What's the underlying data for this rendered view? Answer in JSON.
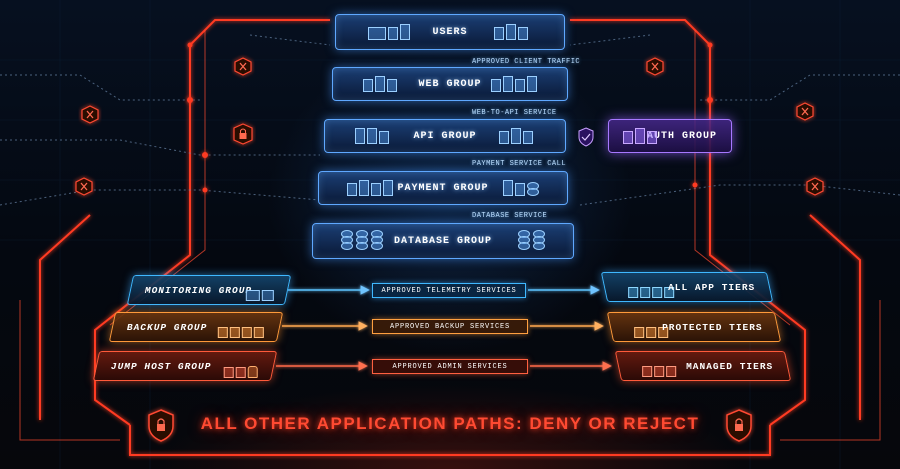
{
  "tiers": {
    "users": "USERS",
    "web": "WEB GROUP",
    "api": "API GROUP",
    "payment": "PAYMENT GROUP",
    "database": "DATABASE GROUP",
    "auth": "AUTH GROUP"
  },
  "connections": {
    "users_to_web": "APPROVED CLIENT TRAFFIC",
    "web_to_api": "WEB-TO-API SERVICE",
    "api_to_payment": "PAYMENT SERVICE CALL",
    "payment_to_database": "DATABASE SERVICE"
  },
  "side_groups": [
    {
      "source": "MONITORING GROUP",
      "service": "APPROVED TELEMETRY SERVICES",
      "target": "ALL APP TIERS",
      "color": "#3fb8ff"
    },
    {
      "source": "BACKUP GROUP",
      "service": "APPROVED BACKUP SERVICES",
      "target": "PROTECTED TIERS",
      "color": "#ff9a3a"
    },
    {
      "source": "JUMP HOST GROUP",
      "service": "APPROVED ADMIN SERVICES",
      "target": "MANAGED TIERS",
      "color": "#ff5a3a"
    }
  ],
  "footer": {
    "deny_text": "ALL OTHER APPLICATION PATHS: DENY OR REJECT"
  },
  "icons": {
    "users": "monitor-server-icon",
    "allow_path": "shield-check-icon",
    "blocked": "x-hex-icon",
    "locked": "lock-icon",
    "deny": "shield-lock-icon"
  },
  "colors": {
    "core_tier": "#5fa8ff",
    "auth": "#a778ff",
    "monitoring": "#3fb8ff",
    "backup": "#ff9a3a",
    "jump_host": "#ff5a3a",
    "deny": "#ff4a32"
  }
}
